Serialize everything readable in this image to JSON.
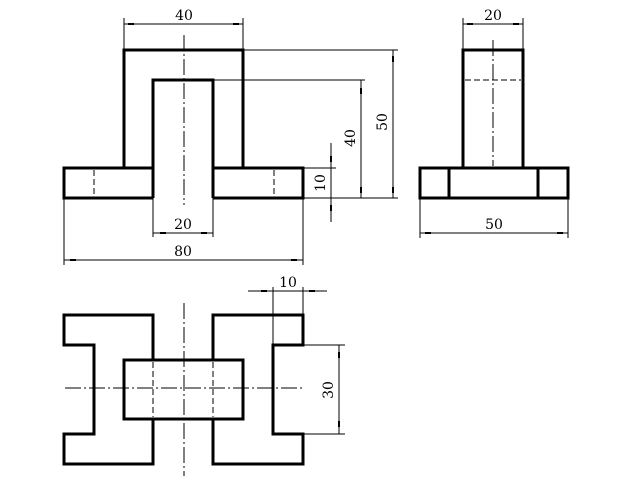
{
  "views": {
    "front": {
      "dims": {
        "top_width": "40",
        "inner_width": "20",
        "base_width": "80",
        "base_height": "10",
        "inner_height": "40",
        "total_height": "50"
      }
    },
    "side": {
      "dims": {
        "top_width": "20",
        "base_width": "50"
      }
    },
    "top": {
      "dims": {
        "notch_depth": "10",
        "notch_height": "30"
      }
    }
  }
}
